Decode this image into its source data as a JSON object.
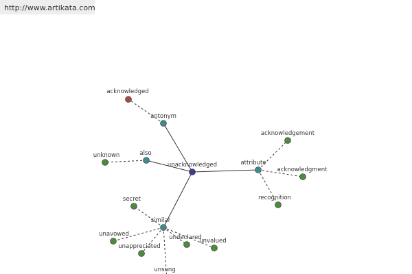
{
  "header": {
    "url": "http://www.artikata.com"
  },
  "colors": {
    "center": "#3a3d8f",
    "relation": "#3f8a8c",
    "word": "#4c8a3e",
    "antonym_word": "#a44a4a",
    "edge": "#333333"
  },
  "graph": {
    "nodes": [
      {
        "id": "unacknowledged",
        "label": "unacknowledged",
        "kind": "center"
      },
      {
        "id": "antonym",
        "label": "antonym",
        "kind": "relation"
      },
      {
        "id": "also",
        "label": "also",
        "kind": "relation"
      },
      {
        "id": "attribute",
        "label": "attribute",
        "kind": "relation"
      },
      {
        "id": "similar",
        "label": "similar",
        "kind": "relation"
      },
      {
        "id": "acknowledged",
        "label": "acknowledged",
        "kind": "antonym_word"
      },
      {
        "id": "unknown",
        "label": "unknown",
        "kind": "word"
      },
      {
        "id": "acknowledgement",
        "label": "acknowledgement",
        "kind": "word"
      },
      {
        "id": "acknowledgment",
        "label": "acknowledgment",
        "kind": "word"
      },
      {
        "id": "recognition",
        "label": "recognition",
        "kind": "word"
      },
      {
        "id": "secret",
        "label": "secret",
        "kind": "word"
      },
      {
        "id": "unavowed",
        "label": "unavowed",
        "kind": "word"
      },
      {
        "id": "unappreciated",
        "label": "unappreciated",
        "kind": "word"
      },
      {
        "id": "undeclared",
        "label": "undeclared",
        "kind": "word"
      },
      {
        "id": "unvalued",
        "label": "unvalued",
        "kind": "word"
      },
      {
        "id": "unsung",
        "label": "unsung",
        "kind": "word"
      }
    ],
    "edges": [
      {
        "from": "unacknowledged",
        "to": "antonym",
        "style": "solid"
      },
      {
        "from": "unacknowledged",
        "to": "also",
        "style": "solid"
      },
      {
        "from": "unacknowledged",
        "to": "attribute",
        "style": "solid"
      },
      {
        "from": "unacknowledged",
        "to": "similar",
        "style": "solid"
      },
      {
        "from": "antonym",
        "to": "acknowledged",
        "style": "dashed"
      },
      {
        "from": "also",
        "to": "unknown",
        "style": "dashed"
      },
      {
        "from": "attribute",
        "to": "acknowledgement",
        "style": "dashed"
      },
      {
        "from": "attribute",
        "to": "acknowledgment",
        "style": "dashed"
      },
      {
        "from": "attribute",
        "to": "recognition",
        "style": "dashed"
      },
      {
        "from": "similar",
        "to": "secret",
        "style": "dashed"
      },
      {
        "from": "similar",
        "to": "unavowed",
        "style": "dashed"
      },
      {
        "from": "similar",
        "to": "unappreciated",
        "style": "dashed"
      },
      {
        "from": "similar",
        "to": "undeclared",
        "style": "dashed"
      },
      {
        "from": "similar",
        "to": "unvalued",
        "style": "dashed"
      },
      {
        "from": "similar",
        "to": "unsung",
        "style": "dashed"
      }
    ]
  }
}
